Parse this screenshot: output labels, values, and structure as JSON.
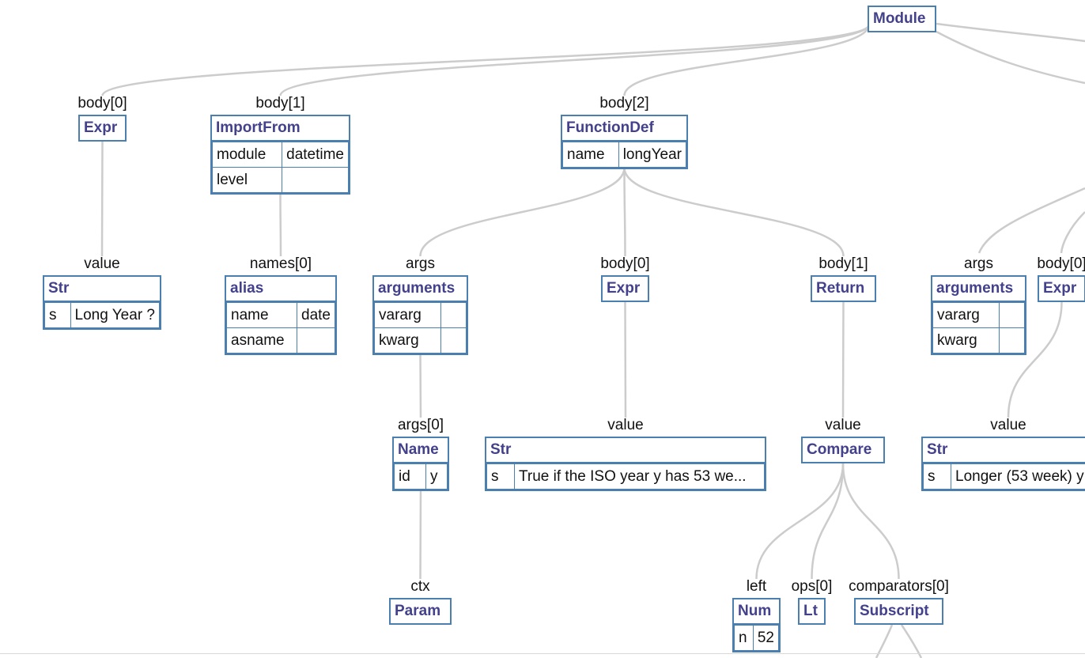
{
  "nodes": {
    "module": {
      "type": "Module"
    },
    "expr0": {
      "label": "body[0]",
      "type": "Expr"
    },
    "str0": {
      "label": "value",
      "type": "Str",
      "fields": [
        [
          "s",
          "Long Year ?"
        ]
      ]
    },
    "importfrom": {
      "label": "body[1]",
      "type": "ImportFrom",
      "fields": [
        [
          "module",
          "datetime"
        ],
        [
          "level",
          ""
        ]
      ]
    },
    "alias": {
      "label": "names[0]",
      "type": "alias",
      "fields": [
        [
          "name",
          "date"
        ],
        [
          "asname",
          ""
        ]
      ]
    },
    "funcdef": {
      "label": "body[2]",
      "type": "FunctionDef",
      "fields": [
        [
          "name",
          "longYear"
        ]
      ]
    },
    "arguments1": {
      "label": "args",
      "type": "arguments",
      "fields": [
        [
          "vararg",
          ""
        ],
        [
          "kwarg",
          ""
        ]
      ]
    },
    "name1": {
      "label": "args[0]",
      "type": "Name",
      "fields": [
        [
          "id",
          "y"
        ]
      ]
    },
    "param": {
      "label": "ctx",
      "type": "Param"
    },
    "expr1": {
      "label": "body[0]",
      "type": "Expr"
    },
    "str1": {
      "label": "value",
      "type": "Str",
      "fields": [
        [
          "s",
          "True if the ISO year y has 53 we..."
        ]
      ]
    },
    "return1": {
      "label": "body[1]",
      "type": "Return"
    },
    "compare": {
      "label": "value",
      "type": "Compare"
    },
    "num": {
      "label": "left",
      "type": "Num",
      "fields": [
        [
          "n",
          "52"
        ]
      ]
    },
    "lt": {
      "label": "ops[0]",
      "type": "Lt"
    },
    "subscript": {
      "label": "comparators[0]",
      "type": "Subscript"
    },
    "arguments2": {
      "label": "args",
      "type": "arguments",
      "fields": [
        [
          "vararg",
          ""
        ],
        [
          "kwarg",
          ""
        ]
      ]
    },
    "expr2": {
      "label": "body[0]",
      "type": "Expr"
    },
    "str2": {
      "label": "value",
      "type": "Str",
      "fields": [
        [
          "s",
          "Longer (53 week) y"
        ]
      ]
    }
  },
  "edges": [
    [
      "module",
      "expr0"
    ],
    [
      "module",
      "importfrom"
    ],
    [
      "module",
      "funcdef"
    ],
    [
      "expr0",
      "str0"
    ],
    [
      "importfrom",
      "alias"
    ],
    [
      "funcdef",
      "arguments1"
    ],
    [
      "funcdef",
      "expr1"
    ],
    [
      "funcdef",
      "return1"
    ],
    [
      "arguments1",
      "name1"
    ],
    [
      "name1",
      "param"
    ],
    [
      "expr1",
      "str1"
    ],
    [
      "return1",
      "compare"
    ],
    [
      "compare",
      "num"
    ],
    [
      "compare",
      "lt"
    ],
    [
      "compare",
      "subscript"
    ],
    [
      "expr2",
      "str2"
    ]
  ]
}
